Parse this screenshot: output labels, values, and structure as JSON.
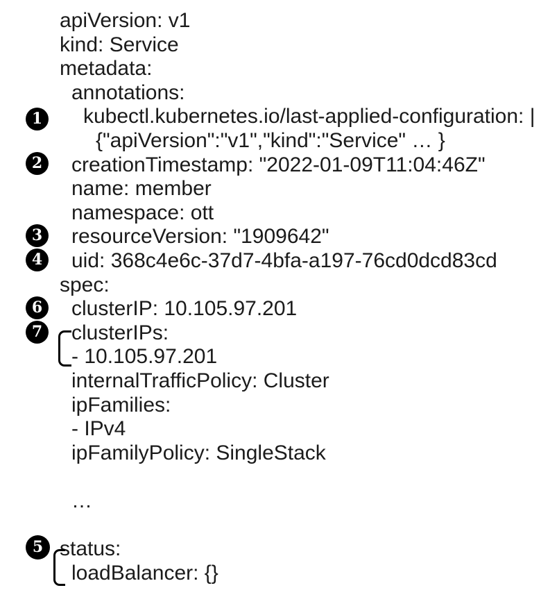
{
  "figure": {
    "background": "#ffffff",
    "text_color": "#1b1b1b",
    "callout_bg": "#000000",
    "callout_fg": "#ffffff"
  },
  "yaml": {
    "lines": [
      {
        "indent": 0,
        "text": "apiVersion: v1"
      },
      {
        "indent": 0,
        "text": "kind: Service"
      },
      {
        "indent": 0,
        "text": "metadata:"
      },
      {
        "indent": 1,
        "text": "annotations:"
      },
      {
        "indent": 2,
        "text": "kubectl.kubernetes.io/last-applied-configuration: |"
      },
      {
        "indent": 3,
        "text": "{\"apiVersion\":\"v1\",\"kind\":\"Service\" … }"
      },
      {
        "indent": 1,
        "text": "creationTimestamp: \"2022-01-09T11:04:46Z\""
      },
      {
        "indent": 1,
        "text": "name: member"
      },
      {
        "indent": 1,
        "text": "namespace: ott"
      },
      {
        "indent": 1,
        "text": "resourceVersion: \"1909642\""
      },
      {
        "indent": 1,
        "text": "uid: 368c4e6c-37d7-4bfa-a197-76cd0dcd83cd"
      },
      {
        "indent": 0,
        "text": "spec:"
      },
      {
        "indent": 1,
        "text": "clusterIP: 10.105.97.201"
      },
      {
        "indent": 1,
        "text": "clusterIPs:"
      },
      {
        "indent": 1,
        "text": "- 10.105.97.201"
      },
      {
        "indent": 1,
        "text": "internalTrafficPolicy: Cluster"
      },
      {
        "indent": 1,
        "text": "ipFamilies:"
      },
      {
        "indent": 1,
        "text": "- IPv4"
      },
      {
        "indent": 1,
        "text": "ipFamilyPolicy: SingleStack"
      },
      {
        "indent": 1,
        "text": "…"
      },
      {
        "indent": 0,
        "text": "status:"
      },
      {
        "indent": 1,
        "text": "loadBalancer: {}"
      }
    ]
  },
  "callouts": [
    {
      "number": "1",
      "marks_line": 4
    },
    {
      "number": "2",
      "marks_line": 6
    },
    {
      "number": "3",
      "marks_line": 9
    },
    {
      "number": "4",
      "marks_line": 10
    },
    {
      "number": "6",
      "marks_line": 12
    },
    {
      "number": "7",
      "marks_line": 13,
      "spans_lines": [
        13,
        14
      ]
    },
    {
      "number": "5",
      "marks_line": 20,
      "spans_lines": [
        20,
        21
      ]
    }
  ]
}
